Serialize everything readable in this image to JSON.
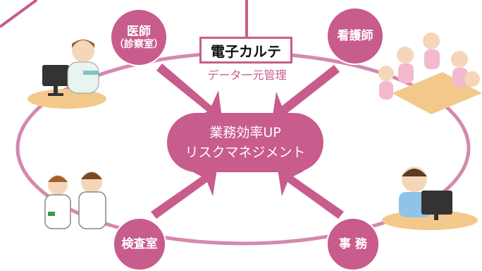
{
  "nodes": {
    "doctor": {
      "line1": "医師",
      "line2": "（診察室）"
    },
    "nurse": {
      "label": "看護師"
    },
    "lab": {
      "label": "検査室"
    },
    "office": {
      "label": "事 務"
    }
  },
  "karte": {
    "title": "電子カルテ",
    "subtitle": "データ一元管理"
  },
  "center": {
    "line1": "業務効率UP",
    "line2": "リスクマネジメント"
  },
  "colors": {
    "accent": "#c85c8c",
    "ring": "#d489ad",
    "desk": "#f3c98b"
  },
  "illustrations": [
    "doctor-at-computer",
    "nurses-meeting",
    "lab-staff",
    "office-worker-at-computer"
  ]
}
